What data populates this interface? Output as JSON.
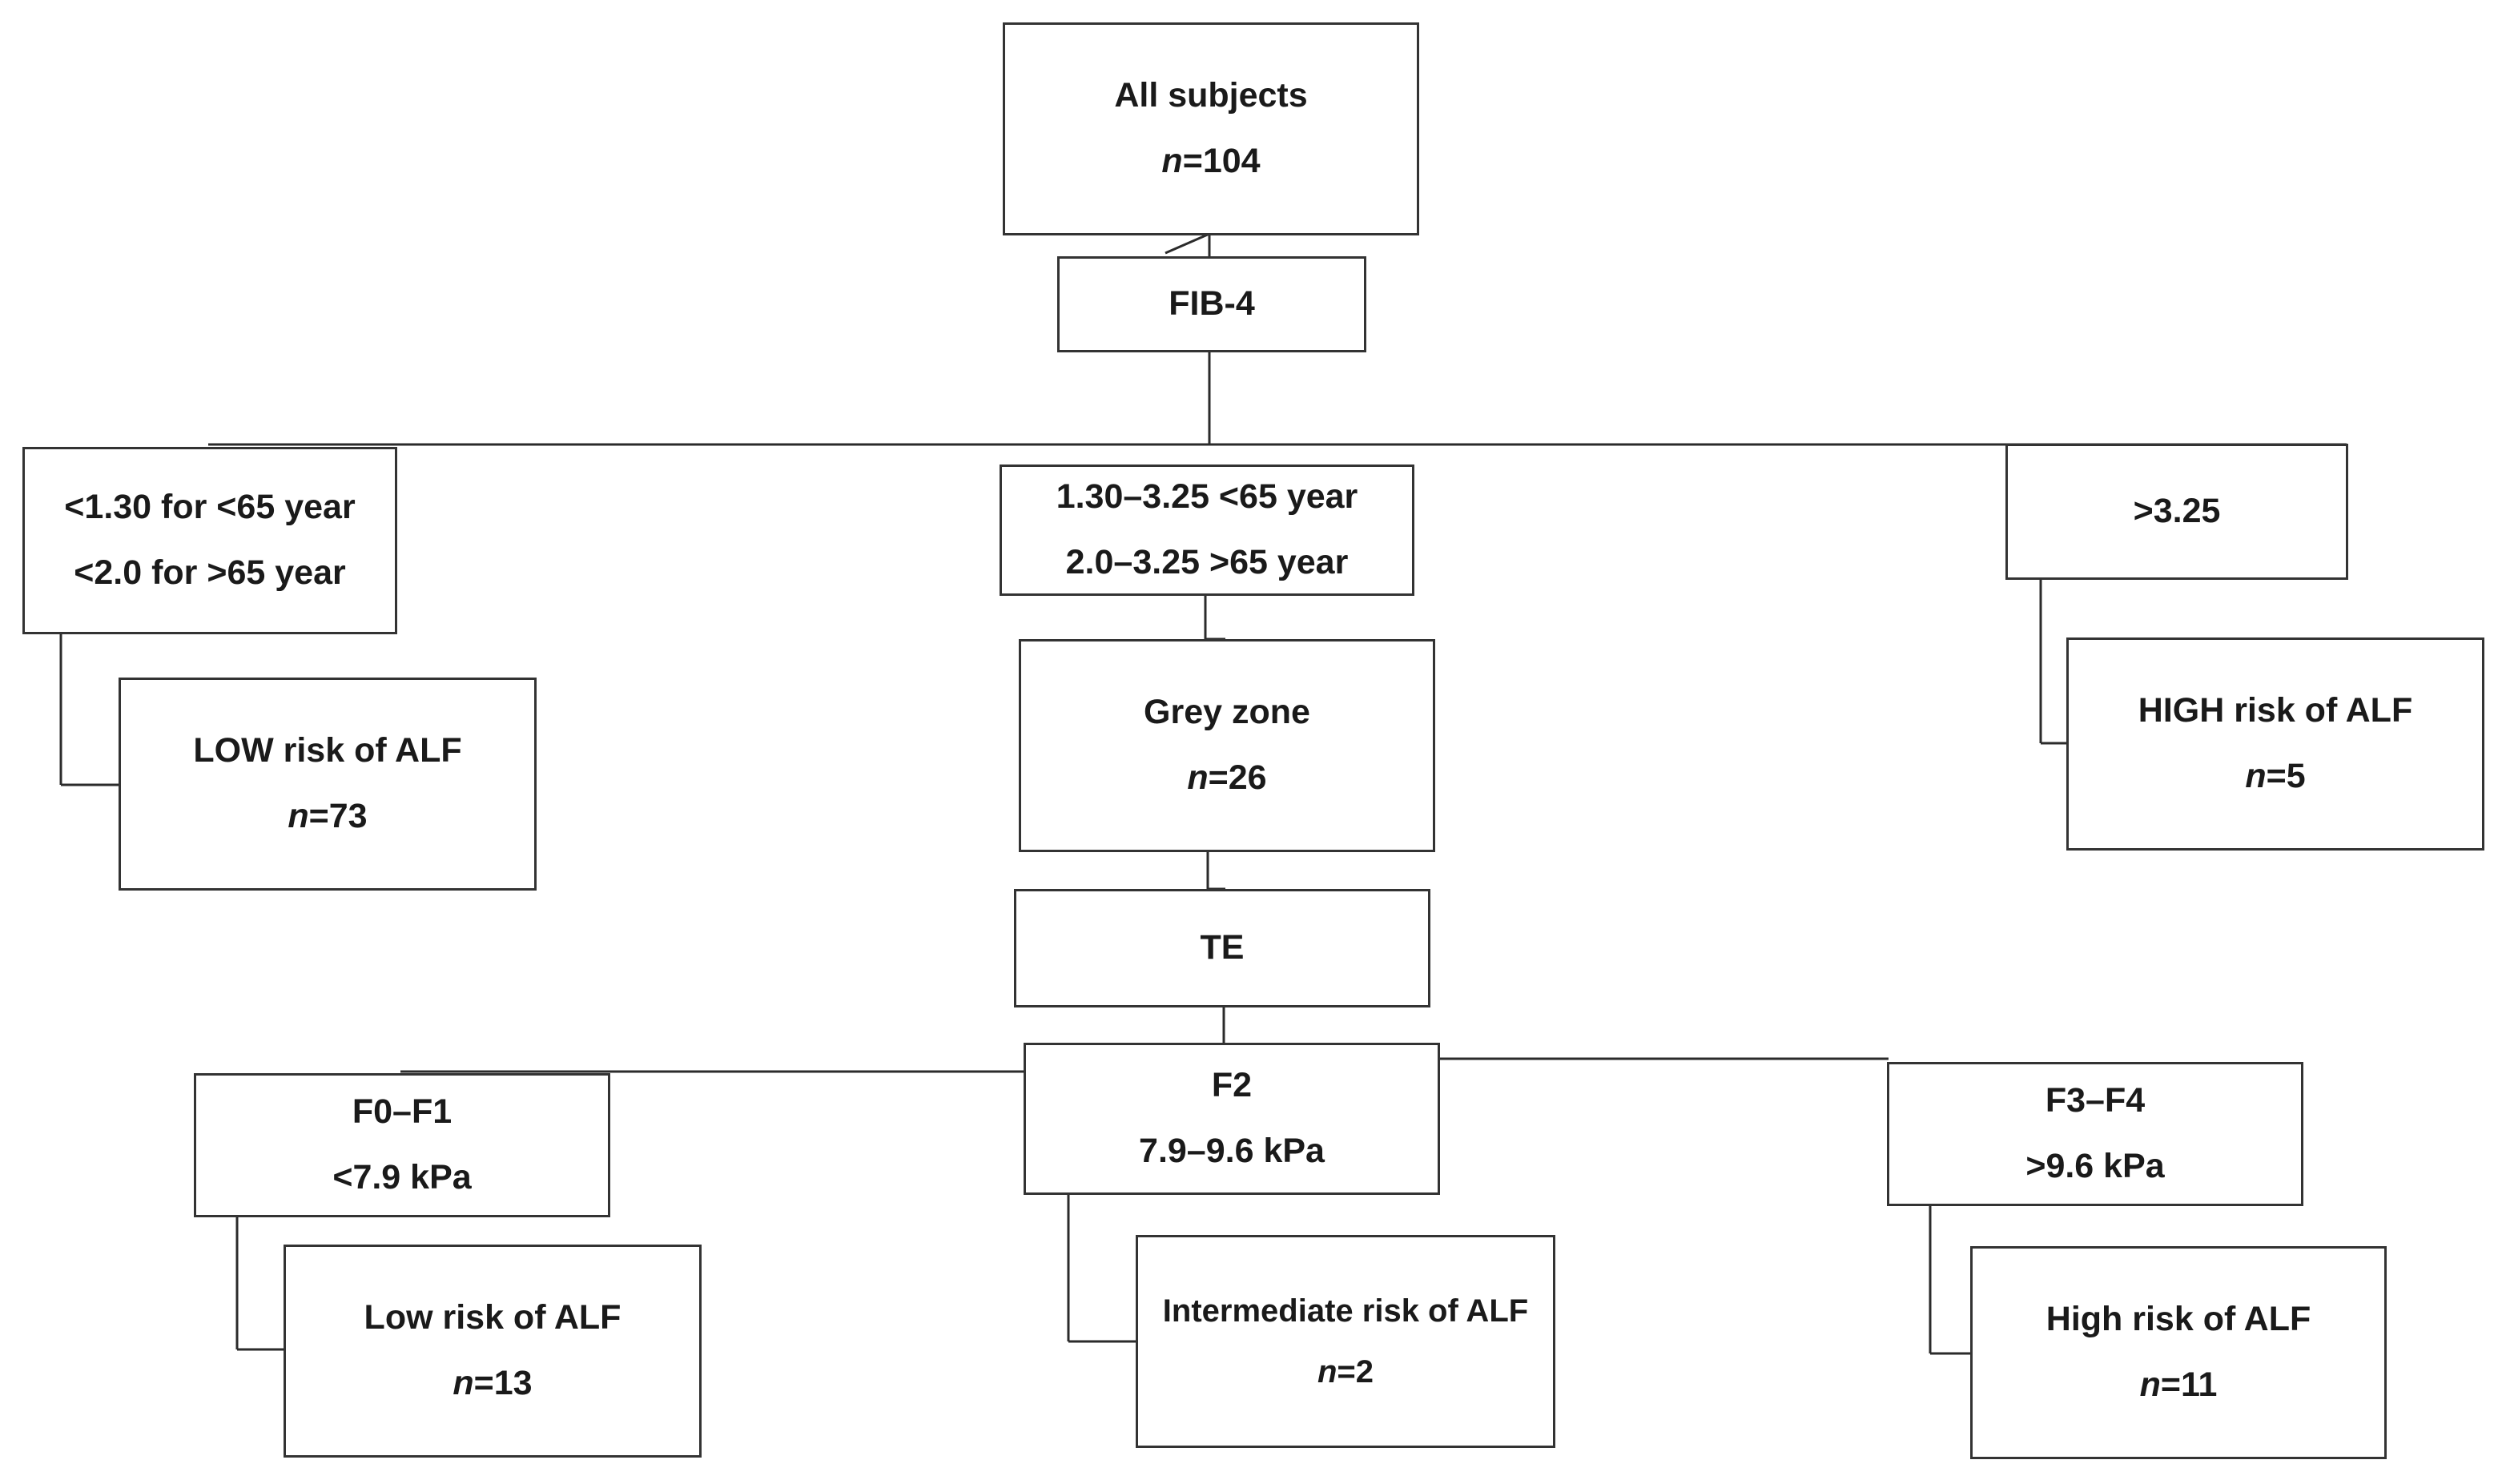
{
  "nodes": {
    "all_subjects": {
      "label": "All subjects",
      "n_prefix": "n",
      "n_value": "=104"
    },
    "fib4": {
      "label": "FIB-4"
    },
    "low_threshold": {
      "line1": "<1.30 for <65 year",
      "line2": "<2.0 for >65 year"
    },
    "mid_threshold": {
      "line1": "1.30–3.25 <65 year",
      "line2": "2.0–3.25 >65 year"
    },
    "high_threshold": {
      "label": ">3.25"
    },
    "low_risk_alf": {
      "label": "LOW risk of ALF",
      "n_prefix": "n",
      "n_value": "=73"
    },
    "grey_zone": {
      "label": "Grey zone",
      "n_prefix": "n",
      "n_value": "=26"
    },
    "high_risk_alf": {
      "label": "HIGH risk of  ALF",
      "n_prefix": "n",
      "n_value": "=5"
    },
    "te": {
      "label": "TE"
    },
    "f0_f1": {
      "line1": "F0–F1",
      "line2": "<7.9 kPa"
    },
    "f2": {
      "line1": "F2",
      "line2": "7.9–9.6 kPa"
    },
    "f3_f4": {
      "line1": "F3–F4",
      "line2": ">9.6 kPa"
    },
    "te_low_risk": {
      "label": "Low risk of ALF",
      "n_prefix": "n",
      "n_value": "=13"
    },
    "te_intermediate_risk": {
      "label": "Intermediate risk of ALF",
      "n_prefix": "n",
      "n_value": "=2"
    },
    "te_high_risk": {
      "label": "High risk of ALF",
      "n_prefix": "n",
      "n_value": "=11"
    }
  },
  "colors": {
    "border": "#333333",
    "connector": "#2b2b2b",
    "text": "#1a1a1a",
    "background": "#ffffff"
  }
}
